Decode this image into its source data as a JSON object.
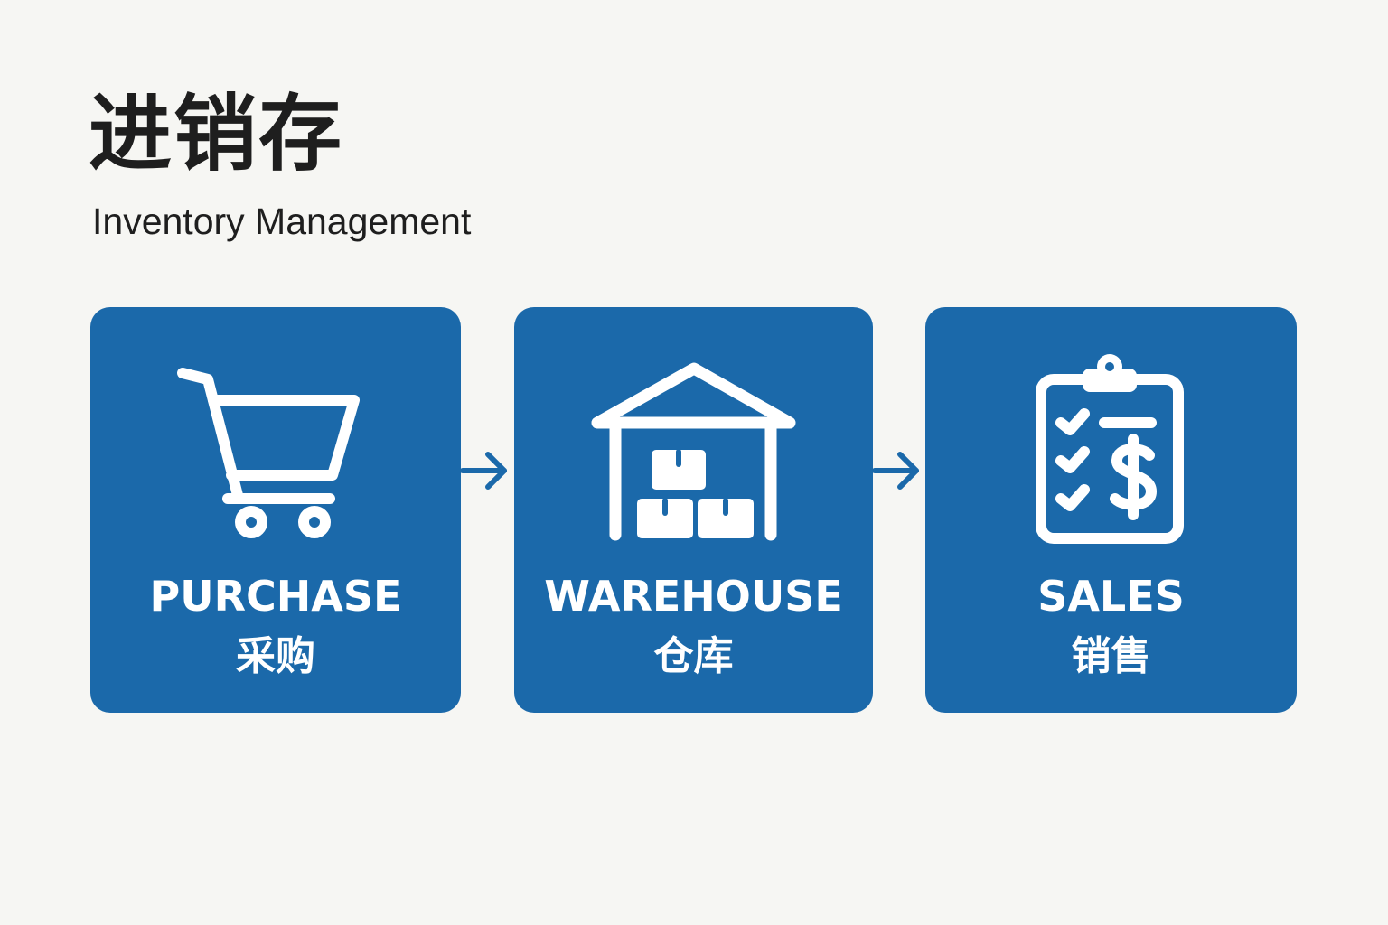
{
  "header": {
    "title": "进销存",
    "subtitle": "Inventory Management"
  },
  "colors": {
    "card_background": "#1b69aa",
    "icon_color": "#ffffff",
    "arrow_color": "#1b69aa",
    "page_background": "#f6f6f3",
    "title_color": "#1e1e1e"
  },
  "steps": [
    {
      "icon": "shopping-cart-icon",
      "label_en": "PURCHASE",
      "label_zh": "采购"
    },
    {
      "icon": "warehouse-icon",
      "label_en": "WAREHOUSE",
      "label_zh": "仓库"
    },
    {
      "icon": "sales-clipboard-icon",
      "label_en": "SALES",
      "label_zh": "销售"
    }
  ],
  "connectors": [
    {
      "from": "PURCHASE",
      "to": "WAREHOUSE",
      "icon": "arrow-right-icon"
    },
    {
      "from": "WAREHOUSE",
      "to": "SALES",
      "icon": "arrow-right-icon"
    }
  ]
}
